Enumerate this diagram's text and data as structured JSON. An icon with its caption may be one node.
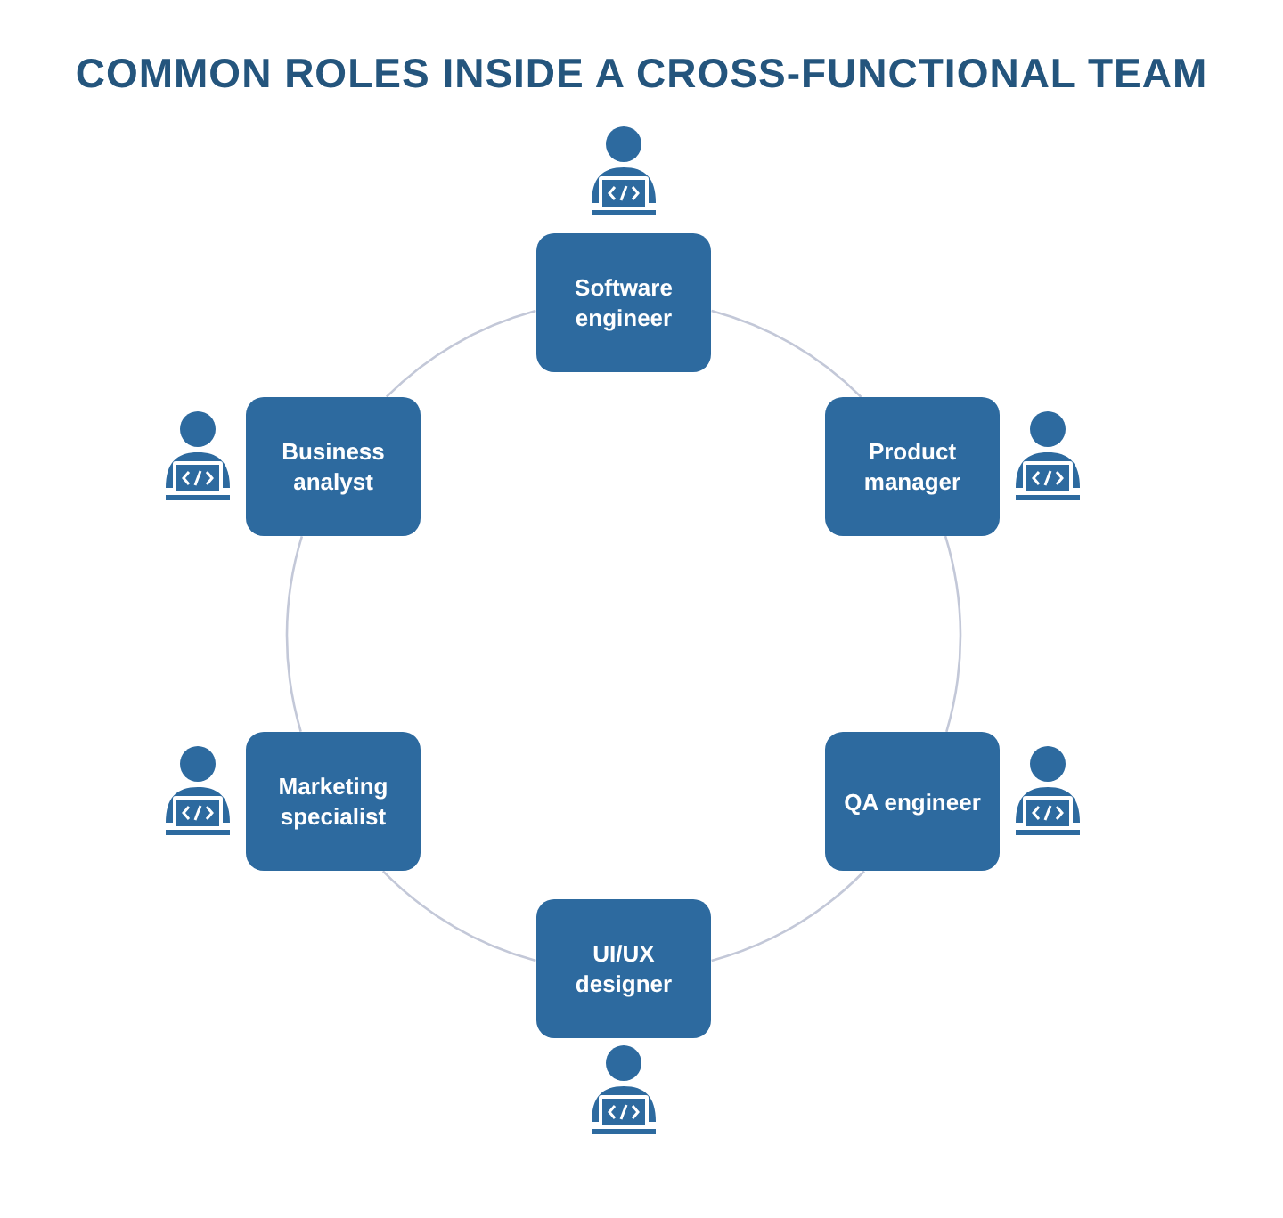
{
  "diagram": {
    "title": "COMMON ROLES INSIDE A CROSS-FUNCTIONAL TEAM",
    "nodes": [
      {
        "text": [
          "Software engineer"
        ]
      },
      {
        "text": [
          "Business analyst"
        ]
      },
      {
        "text": [
          "Product manager"
        ]
      },
      {
        "text": [
          "Marketing specialist"
        ]
      },
      {
        "text": [
          "QA engineer"
        ]
      },
      {
        "text": [
          "UI/UX designer"
        ]
      }
    ],
    "edges": [
      {
        "from": 1,
        "to": 0,
        "arrow": "none"
      },
      {
        "from": 0,
        "to": 2,
        "arrow": "none"
      },
      {
        "from": 2,
        "to": 4,
        "arrow": "none"
      },
      {
        "from": 4,
        "to": 5,
        "arrow": "none"
      },
      {
        "from": 5,
        "to": 3,
        "arrow": "none"
      },
      {
        "from": 3,
        "to": 1,
        "arrow": "none"
      }
    ]
  }
}
